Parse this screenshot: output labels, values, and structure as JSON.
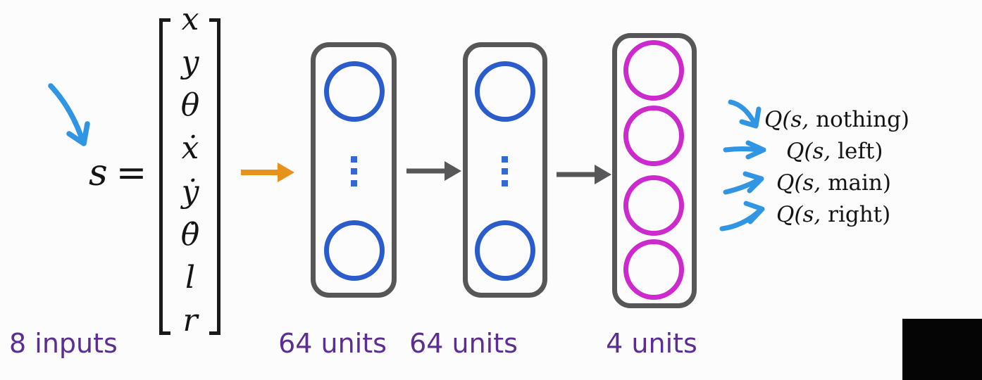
{
  "state": {
    "s": "s",
    "eq": "=",
    "vector": [
      "x",
      "y",
      "θ",
      "ẋ",
      "ẏ",
      "θ̇",
      "l",
      "r"
    ],
    "inputs_label": "8 inputs"
  },
  "layers": [
    {
      "units_label": "64 units",
      "node_color": "#2a5ccb"
    },
    {
      "units_label": "64 units",
      "node_color": "#2a5ccb"
    },
    {
      "units_label": "4 units",
      "node_color": "#cc2acc"
    }
  ],
  "outputs": [
    {
      "q": "Q(s,",
      "action": " nothing)"
    },
    {
      "q": "Q(s,",
      "action": " left)"
    },
    {
      "q": "Q(s,",
      "action": " main)"
    },
    {
      "q": "Q(s,",
      "action": " right)"
    }
  ],
  "colors": {
    "node_blue": "#2a5ccb",
    "node_magenta": "#cc2acc",
    "layer_border_gray": "#57575a",
    "arrow_gray": "#57575a",
    "arrow_orange": "#e8921e",
    "arrow_sky_blue": "#3096e3",
    "label_purple": "#5c2e94",
    "math_black": "#141414"
  }
}
